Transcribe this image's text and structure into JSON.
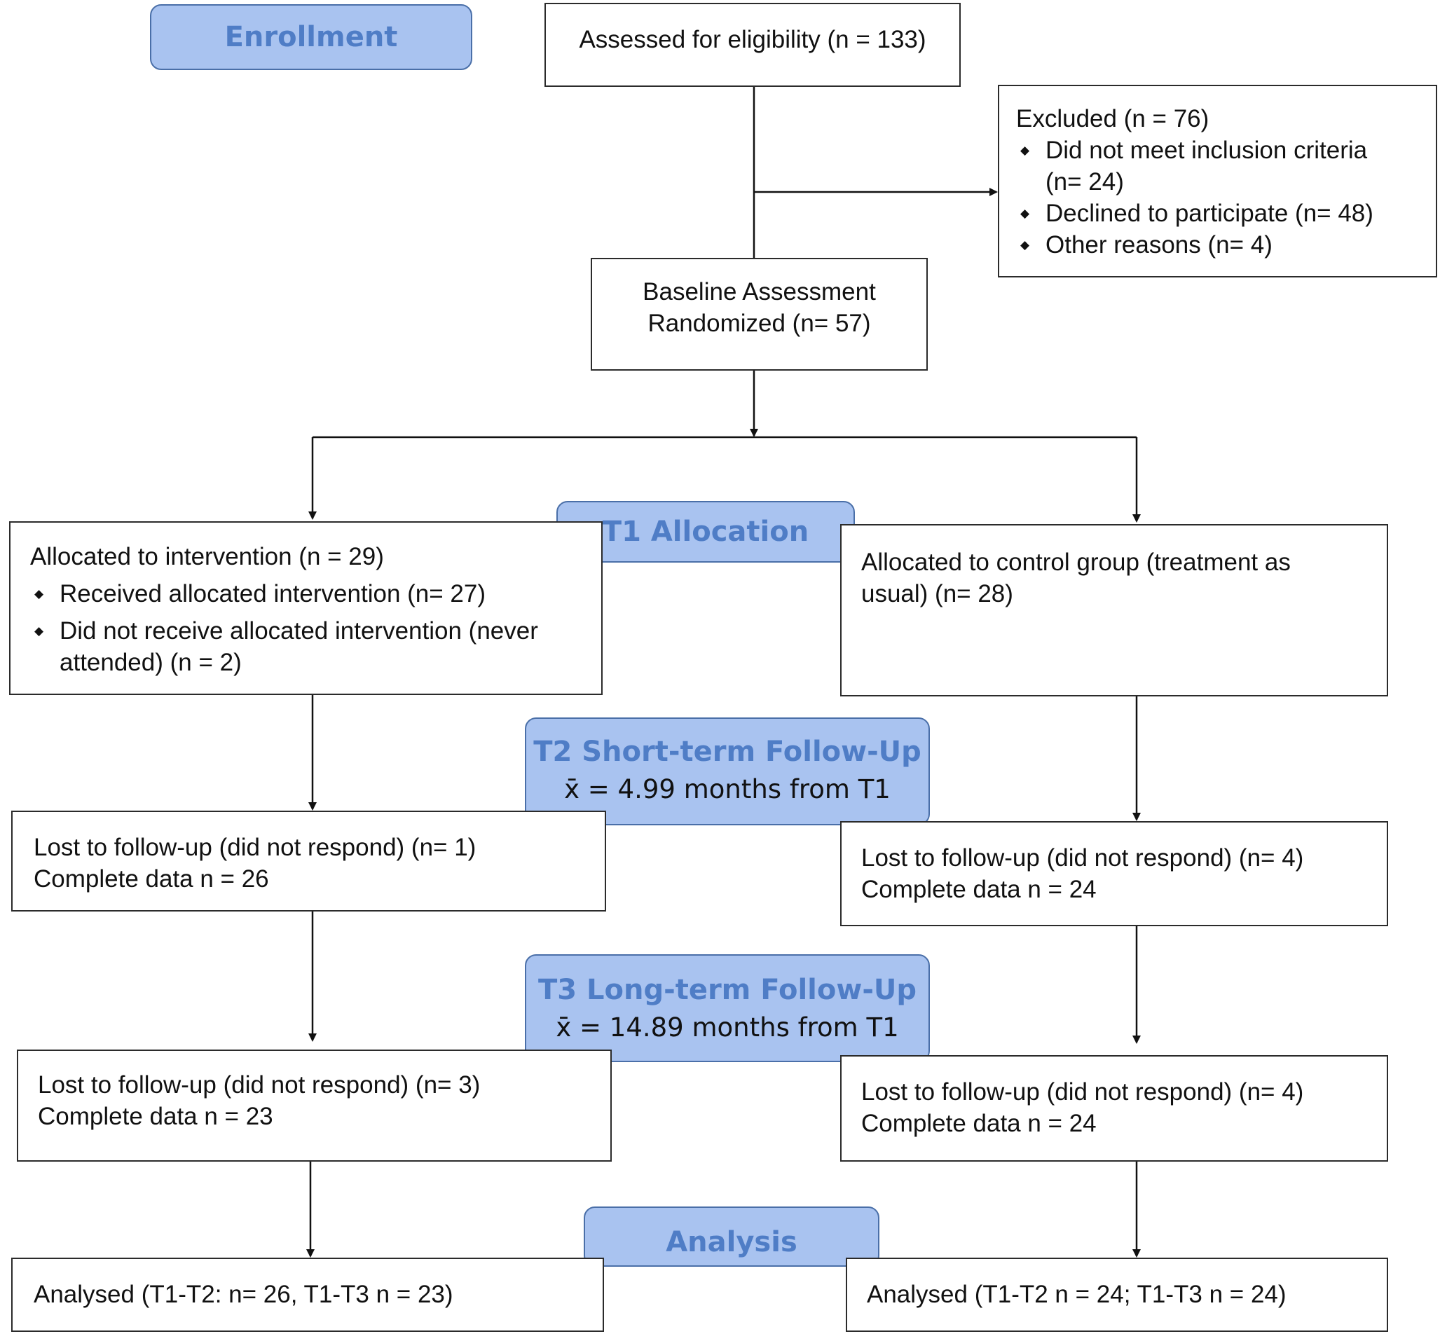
{
  "phases": {
    "enrollment": "Enrollment",
    "t1": "T1 Allocation",
    "t2": "T2 Short-term Follow-Up",
    "t2_sub": "x̄ = 4.99 months from T1",
    "t3": "T3 Long-term Follow-Up",
    "t3_sub": "x̄ = 14.89 months from T1",
    "analysis": "Analysis"
  },
  "eligibility": "Assessed for eligibility (n = 133)",
  "excluded": {
    "title": "Excluded (n = 76)",
    "items": [
      "Did not meet inclusion criteria (n= 24)",
      "Declined to participate (n= 48)",
      "Other reasons (n= 4)"
    ]
  },
  "baseline": {
    "line1": "Baseline Assessment",
    "line2": "Randomized (n= 57)"
  },
  "intervention": {
    "title": "Allocated to intervention (n = 29)",
    "items": [
      "Received allocated intervention (n= 27)",
      "Did not receive allocated intervention (never attended) (n = 2)"
    ]
  },
  "control": {
    "title": "Allocated to control group (treatment as usual) (n= 28)"
  },
  "t2_left": {
    "line1": "Lost to follow-up (did not respond) (n= 1)",
    "line2": "Complete data n = 26"
  },
  "t2_right": {
    "line1": "Lost to follow-up (did not respond) (n= 4)",
    "line2": "Complete data n = 24"
  },
  "t3_left": {
    "line1": "Lost to follow-up (did not respond) (n= 3)",
    "line2": "Complete data n = 23"
  },
  "t3_right": {
    "line1": "Lost to follow-up (did not respond) (n= 4)",
    "line2": "Complete data n = 24"
  },
  "analysis_left": "Analysed (T1-T2: n= 26, T1-T3 n = 23)",
  "analysis_right": "Analysed (T1-T2 n = 24; T1-T3 n = 24)"
}
